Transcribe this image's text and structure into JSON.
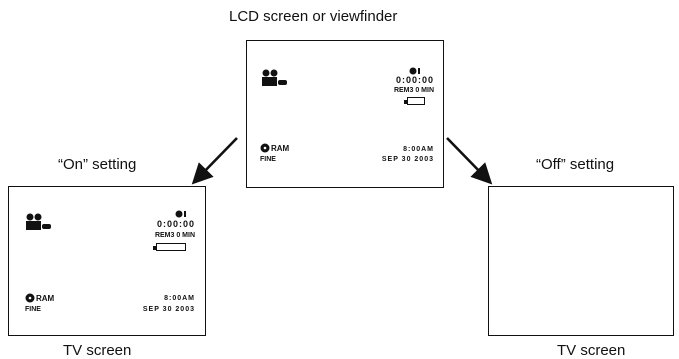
{
  "captions": {
    "top": "LCD screen or viewfinder",
    "on_setting": "“On” setting",
    "off_setting": "“Off” setting",
    "tv_left": "TV screen",
    "tv_right": "TV screen"
  },
  "osd": {
    "time_counter": "0:00:00",
    "remaining": "REM3 0 MIN",
    "disc": "RAM",
    "quality": "FINE",
    "clock": "8:00AM",
    "date": "SEP 30 2003"
  },
  "icons": {
    "camera": "video-camera-icon",
    "record": "record-indicator-icon",
    "battery": "battery-icon",
    "disc": "dvd-ram-disc-icon",
    "arrow_left": "arrow-down-left-icon",
    "arrow_right": "arrow-down-right-icon"
  }
}
